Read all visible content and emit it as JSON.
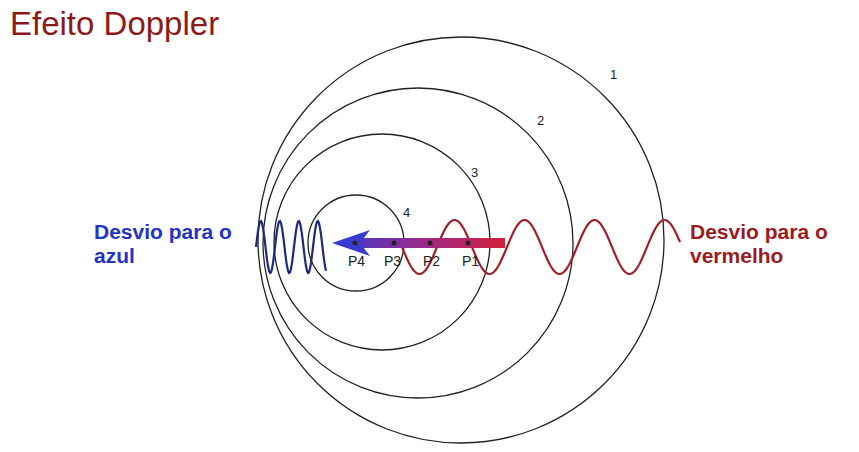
{
  "diagram": {
    "title": "Efeito Doppler",
    "labels": [
      "1",
      "2",
      "3",
      "4",
      "P4",
      "P3",
      "P2",
      "P1",
      "Desvio para o azul",
      "Desvio para o vermelho"
    ]
  }
}
